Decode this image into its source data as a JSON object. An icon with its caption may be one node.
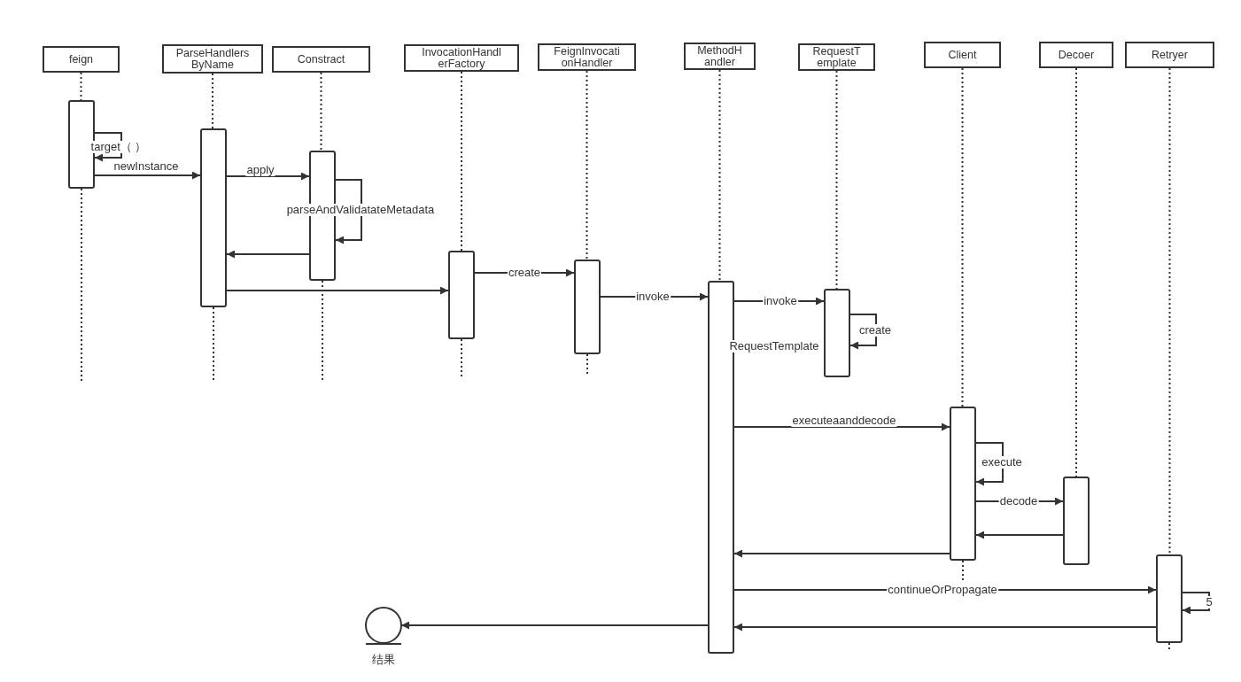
{
  "diagram": {
    "nodes": [
      {
        "text": [
          "feign"
        ]
      },
      {
        "text": [
          "ParseHandlers ByName"
        ]
      },
      {
        "text": [
          "Constract"
        ]
      },
      {
        "text": [
          "InvocationHandl erFactory"
        ]
      },
      {
        "text": [
          "FeignInvocati onHandler"
        ]
      },
      {
        "text": [
          "MethodH andler"
        ]
      },
      {
        "text": [
          "RequestT emplate"
        ]
      },
      {
        "text": [
          "Client"
        ]
      },
      {
        "text": [
          "Decoer"
        ]
      },
      {
        "text": [
          "Retryer"
        ]
      },
      {
        "text": [],
        "shape": "bar"
      },
      {
        "text": [],
        "shape": "bar"
      },
      {
        "text": [],
        "shape": "bar"
      },
      {
        "text": [],
        "shape": "bar"
      },
      {
        "text": [],
        "shape": "bar"
      },
      {
        "text": [],
        "shape": "bar"
      },
      {
        "text": [],
        "shape": "bar"
      },
      {
        "text": [],
        "shape": "bar"
      },
      {
        "text": [],
        "shape": "bar"
      },
      {
        "text": [],
        "shape": "bar"
      },
      {
        "text": [
          "结果"
        ]
      }
    ],
    "edges": [
      {
        "from": 10,
        "to": 10,
        "arrow": "to",
        "label": "target（ ）"
      },
      {
        "from": 10,
        "to": 11,
        "arrow": "to",
        "label": "newInstance"
      },
      {
        "from": 11,
        "to": 12,
        "arrow": "to",
        "label": "apply"
      },
      {
        "from": 12,
        "to": 12,
        "arrow": "to",
        "label": "parseAndValidatateMetadata"
      },
      {
        "from": 12,
        "to": 11,
        "arrow": "to"
      },
      {
        "from": 11,
        "to": 13,
        "arrow": "to"
      },
      {
        "from": 13,
        "to": 14,
        "arrow": "to",
        "label": "create"
      },
      {
        "from": 14,
        "to": 15,
        "arrow": "to",
        "label": "invoke"
      },
      {
        "from": 15,
        "to": 16,
        "arrow": "to",
        "label": "invoke"
      },
      {
        "from": 16,
        "to": 16,
        "arrow": "to",
        "label": "create"
      },
      {
        "from": 15,
        "to": 17,
        "arrow": "to",
        "label": "executeaanddecode"
      },
      {
        "from": 17,
        "to": 17,
        "arrow": "to",
        "label": "execute"
      },
      {
        "from": 17,
        "to": 18,
        "arrow": "to",
        "label": "decode"
      },
      {
        "from": 18,
        "to": 17,
        "arrow": "to"
      },
      {
        "from": 17,
        "to": 15,
        "arrow": "to"
      },
      {
        "from": 15,
        "to": 19,
        "arrow": "to",
        "label": "continueOrPropagate"
      },
      {
        "from": 19,
        "to": 19,
        "arrow": "to",
        "label": "5"
      },
      {
        "from": 19,
        "to": 15,
        "arrow": "to"
      },
      {
        "from": 15,
        "to": 20,
        "arrow": "to"
      },
      {
        "from": 0,
        "to": 10,
        "arrow": "none",
        "style": "dashed"
      },
      {
        "from": 1,
        "to": 11,
        "arrow": "none",
        "style": "dashed"
      },
      {
        "from": 2,
        "to": 12,
        "arrow": "none",
        "style": "dashed"
      },
      {
        "from": 3,
        "to": 13,
        "arrow": "none",
        "style": "dashed"
      },
      {
        "from": 4,
        "to": 14,
        "arrow": "none",
        "style": "dashed"
      },
      {
        "from": 5,
        "to": 15,
        "arrow": "none",
        "style": "dashed"
      },
      {
        "from": 6,
        "to": 16,
        "arrow": "none",
        "style": "dashed"
      },
      {
        "from": 7,
        "to": 17,
        "arrow": "none",
        "style": "dashed"
      },
      {
        "from": 8,
        "to": 18,
        "arrow": "none",
        "style": "dashed"
      },
      {
        "from": 9,
        "to": 19,
        "arrow": "none",
        "style": "dashed"
      }
    ],
    "labels": [
      "RequestTemplate"
    ]
  }
}
